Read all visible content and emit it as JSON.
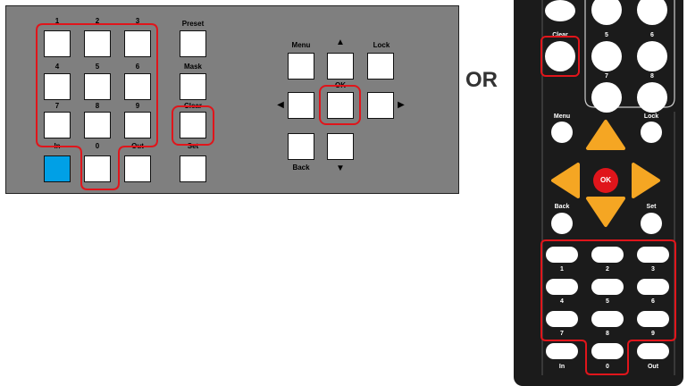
{
  "panel": {
    "keypad": [
      {
        "name": "key-1",
        "label": "1"
      },
      {
        "name": "key-2",
        "label": "2"
      },
      {
        "name": "key-3",
        "label": "3"
      },
      {
        "name": "key-4",
        "label": "4"
      },
      {
        "name": "key-5",
        "label": "5"
      },
      {
        "name": "key-6",
        "label": "6"
      },
      {
        "name": "key-7",
        "label": "7"
      },
      {
        "name": "key-8",
        "label": "8"
      },
      {
        "name": "key-9",
        "label": "9"
      },
      {
        "name": "key-in",
        "label": "In"
      },
      {
        "name": "key-0",
        "label": "0"
      },
      {
        "name": "key-out",
        "label": "Out"
      }
    ],
    "function_keys": [
      {
        "name": "key-preset",
        "label": "Preset"
      },
      {
        "name": "key-mask",
        "label": "Mask"
      },
      {
        "name": "key-clear",
        "label": "Clear"
      },
      {
        "name": "key-set",
        "label": "Set"
      }
    ],
    "nav_keys": [
      {
        "name": "key-menu",
        "label": "Menu"
      },
      {
        "name": "key-up",
        "label": ""
      },
      {
        "name": "key-lock",
        "label": "Lock"
      },
      {
        "name": "key-left",
        "label": ""
      },
      {
        "name": "key-ok",
        "label": "OK"
      },
      {
        "name": "key-right",
        "label": ""
      },
      {
        "name": "key-back",
        "label": "Back"
      },
      {
        "name": "key-down",
        "label": ""
      }
    ],
    "colors": {
      "background": "#7f7f7f",
      "highlight_key": "#00a0e6",
      "outline": "#e0151b"
    }
  },
  "separator": {
    "label": "OR"
  },
  "remote": {
    "top_buttons": [
      {
        "name": "remote-clear-button",
        "label": "Clear"
      },
      {
        "name": "remote-button-5",
        "label": "5"
      },
      {
        "name": "remote-button-6",
        "label": "6"
      },
      {
        "name": "remote-button-7",
        "label": "7"
      },
      {
        "name": "remote-button-8",
        "label": "8"
      }
    ],
    "nav": {
      "menu": "Menu",
      "lock": "Lock",
      "back": "Back",
      "set": "Set",
      "ok": "OK",
      "arrow_color": "#f5a623",
      "ok_color": "#e0151b"
    },
    "numpad": [
      {
        "name": "remote-key-1",
        "label": "1"
      },
      {
        "name": "remote-key-2",
        "label": "2"
      },
      {
        "name": "remote-key-3",
        "label": "3"
      },
      {
        "name": "remote-key-4",
        "label": "4"
      },
      {
        "name": "remote-key-5",
        "label": "5"
      },
      {
        "name": "remote-key-6",
        "label": "6"
      },
      {
        "name": "remote-key-7",
        "label": "7"
      },
      {
        "name": "remote-key-8",
        "label": "8"
      },
      {
        "name": "remote-key-9",
        "label": "9"
      },
      {
        "name": "remote-key-in",
        "label": "In"
      },
      {
        "name": "remote-key-0",
        "label": "0"
      },
      {
        "name": "remote-key-out",
        "label": "Out"
      }
    ]
  }
}
